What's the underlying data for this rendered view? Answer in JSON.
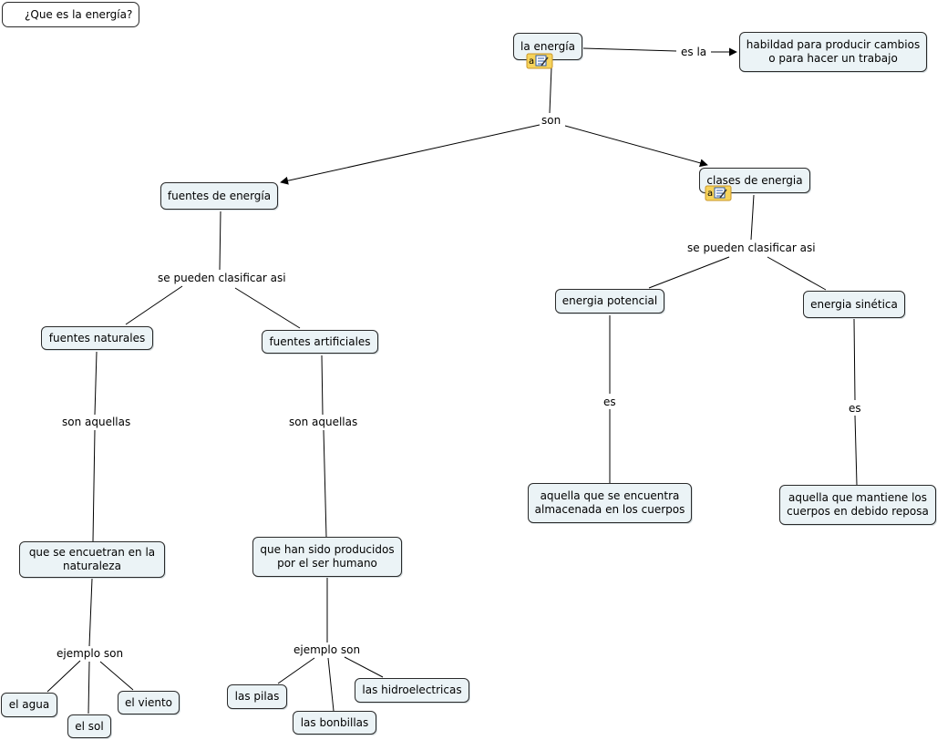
{
  "title": "¿Que es la energía?",
  "concepts": {
    "energia": "la energía",
    "habilidad": "habildad para producir cambios\no para hacer un trabajo",
    "fuentes": "fuentes de energía",
    "clases": "clases de energia",
    "naturales": "fuentes naturales",
    "artificiales": "fuentes artificiales",
    "potencial": "energia potencial",
    "sinetica": "energia sinética",
    "naturaleza": "que se encuetran en la\nnaturaleza",
    "humano": "que han sido producidos\npor el ser humano",
    "almacenada": "aquella que se encuentra\nalmacenada en los cuerpos",
    "reposa": "aquella que mantiene los\ncuerpos en debido reposa",
    "agua": "el agua",
    "sol": "el sol",
    "viento": "el viento",
    "pilas": "las pilas",
    "bonbillas": "las bonbillas",
    "hidro": "las hidroelectricas"
  },
  "linking_phrases": {
    "es_la": "es la",
    "son": "son",
    "clasificar_fuentes": "se pueden clasificar asi",
    "clasificar_clases": "se pueden clasificar asi",
    "aquellas_nat": "son aquellas",
    "aquellas_art": "son aquellas",
    "es_potencial": "es",
    "es_sinetica": "es",
    "ejemplo_nat": "ejemplo son",
    "ejemplo_art": "ejemplo son"
  },
  "colors": {
    "node_fill": "#ebf3f6",
    "node_border": "#2a2a2a",
    "icon_fill": "#f6d35b",
    "icon_border": "#c9972a"
  },
  "icons": [
    "resource-note-icon",
    "resource-note-icon"
  ]
}
